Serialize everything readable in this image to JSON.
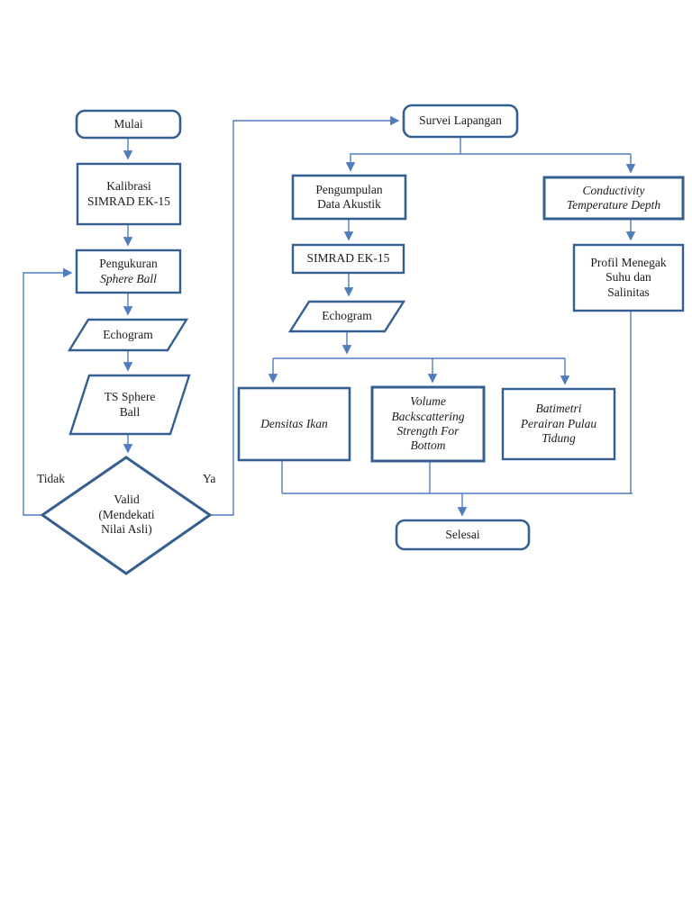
{
  "colors": {
    "shape_border": "#365F91",
    "connector": "#4F7DBD",
    "background": "#ffffff"
  },
  "left_flow": {
    "mulai": "Mulai",
    "kalibrasi": "Kalibrasi\nSIMRAD EK-15",
    "pengukuran_line1": "Pengukuran",
    "pengukuran_line2": "Sphere Ball",
    "echogram": "Echogram",
    "ts_sphere_ball": "TS Sphere\nBall",
    "valid_decision": "Valid\n(Mendekati\nNilai Asli)",
    "branch_no": "Tidak",
    "branch_yes": "Ya"
  },
  "right_flow": {
    "survei_lapangan": "Survei Lapangan",
    "pengumpulan": "Pengumpulan\nData Akustik",
    "simrad": "SIMRAD EK-15",
    "echogram": "Echogram",
    "densitas_ikan": "Densitas Ikan",
    "volume_backscattering": "Volume\nBackscattering\nStrength For\nBottom",
    "batimetri": "Batimetri\nPerairan Pulau\nTidung",
    "conductivity": "Conductivity\nTemperature Depth",
    "profil_menegak": "Profil Menegak\nSuhu dan\nSalinitas",
    "selesai": "Selesai"
  }
}
